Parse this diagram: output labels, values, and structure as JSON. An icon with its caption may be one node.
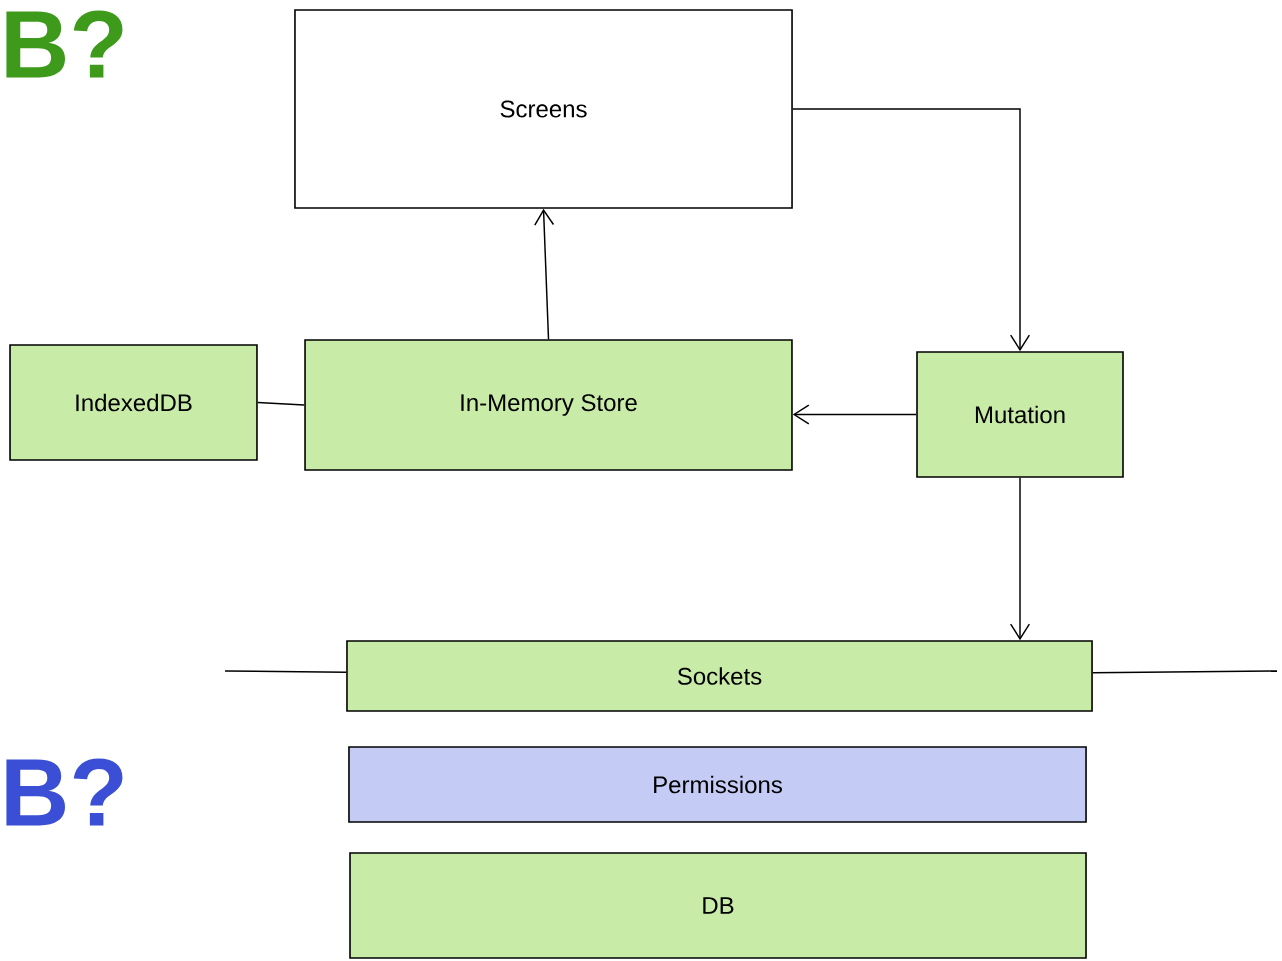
{
  "diagram": {
    "nodes": [
      {
        "text": [
          "Screens"
        ]
      },
      {
        "text": [
          "IndexedDB"
        ]
      },
      {
        "text": [
          "In-Memory Store"
        ]
      },
      {
        "text": [
          "Mutation"
        ]
      },
      {
        "text": [
          "Sockets"
        ]
      },
      {
        "text": [
          "Permissions"
        ]
      },
      {
        "text": [
          "DB"
        ]
      }
    ],
    "edges": [
      {
        "from": 0,
        "to": 3,
        "arrow": "to"
      },
      {
        "from": 2,
        "to": 0,
        "arrow": "to"
      },
      {
        "from": 3,
        "to": 2,
        "arrow": "to"
      },
      {
        "from": 1,
        "to": 2,
        "arrow": "none"
      },
      {
        "from": 3,
        "to": 4,
        "arrow": "to"
      },
      {
        "from": null,
        "to": 4,
        "arrow": "none"
      },
      {
        "from": 4,
        "to": null,
        "arrow": "none"
      }
    ],
    "labels": [
      "B?",
      "B?"
    ]
  }
}
